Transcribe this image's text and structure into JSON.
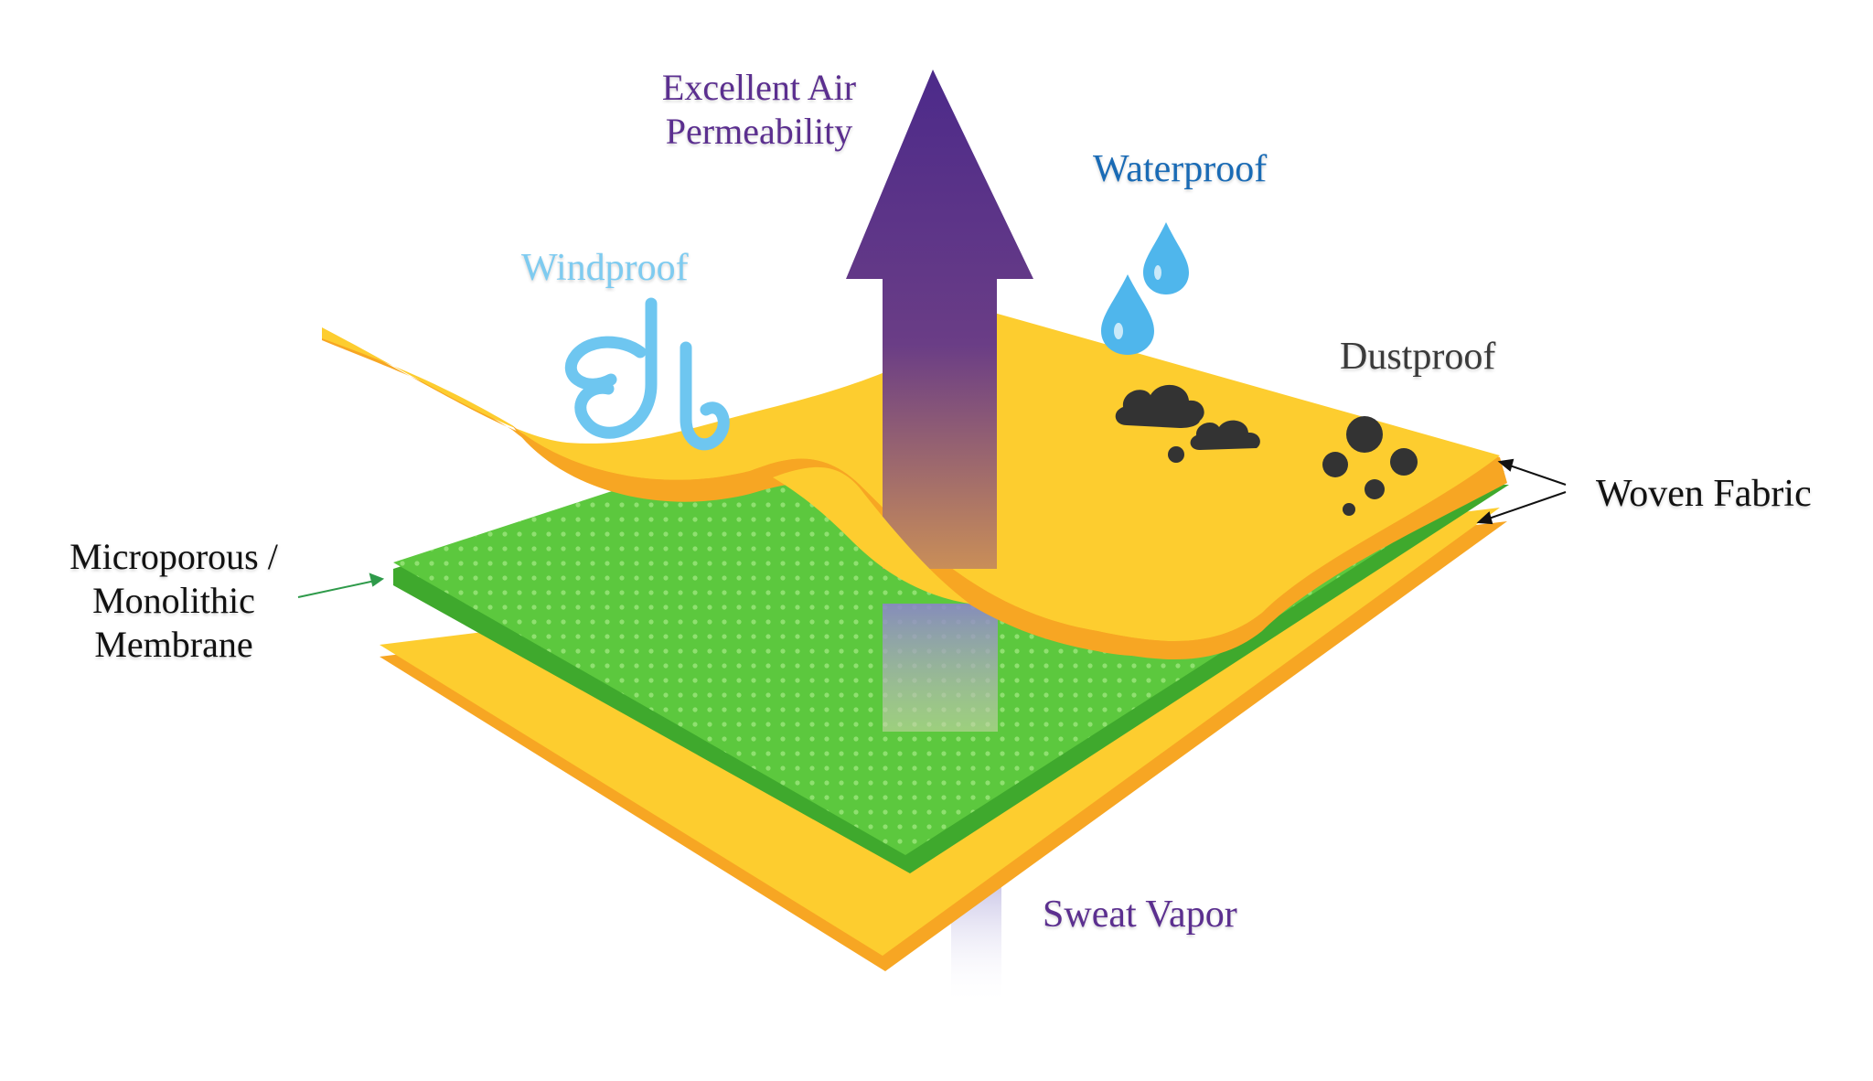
{
  "labels": {
    "air_line1": "Excellent Air",
    "air_line2": "Permeability",
    "waterproof": "Waterproof",
    "windproof": "Windproof",
    "dustproof": "Dustproof",
    "woven_fabric": "Woven Fabric",
    "membrane_line1": "Microporous /",
    "membrane_line2": "Monolithic",
    "membrane_line3": "Membrane",
    "sweat_vapor": "Sweat Vapor"
  },
  "colors": {
    "air_label": "#5b2f8f",
    "waterproof_label": "#1a6bb5",
    "windproof_label": "#7ecbf0",
    "dustproof_label": "#3a3a3a",
    "woven_label": "#111111",
    "membrane_label": "#111111",
    "sweat_label": "#5b2f8f",
    "fabric_yellow": "#fdcd2f",
    "fabric_orange": "#f7a623",
    "membrane_green": "#5cc83e",
    "membrane_dark_green": "#3fa92d",
    "arrow_top": "#4c2a8a",
    "arrow_bottom": "#c78a5a",
    "water_drop": "#4fb6ec",
    "wind_icon": "#6ec6f0",
    "dust_dark": "#333333"
  },
  "icons": {
    "air": "up-arrow-icon",
    "water": "water-drop-icon",
    "wind": "wind-swirl-icon",
    "dust": "dust-cloud-icon",
    "woven_pointer": "pointer-arrow-icon",
    "membrane_pointer": "pointer-arrow-icon"
  }
}
